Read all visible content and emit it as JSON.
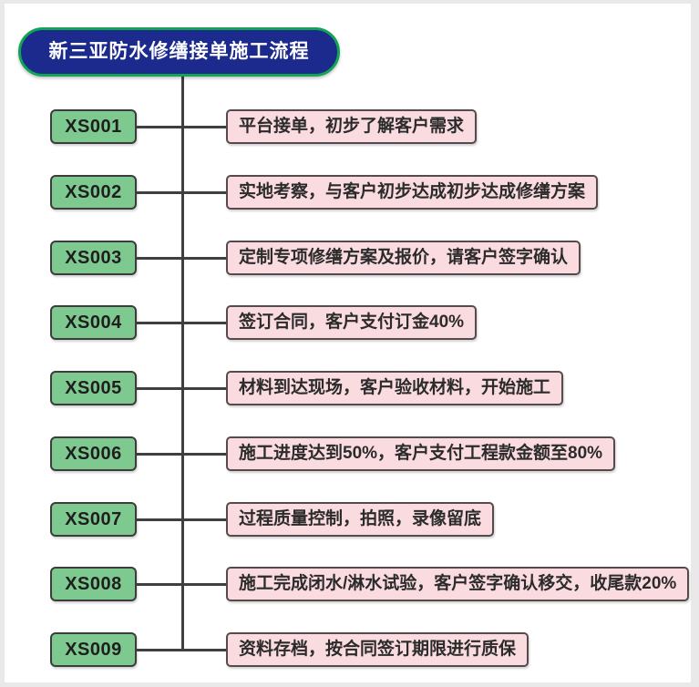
{
  "title": "新三亚防水修缮接单施工流程",
  "steps": [
    {
      "id": "XS001",
      "desc": "平台接单，初步了解客户需求"
    },
    {
      "id": "XS002",
      "desc": "实地考察，与客户初步达成初步达成修缮方案"
    },
    {
      "id": "XS003",
      "desc": "定制专项修缮方案及报价，请客户签字确认"
    },
    {
      "id": "XS004",
      "desc": "签订合同，客户支付订金40%"
    },
    {
      "id": "XS005",
      "desc": "材料到达现场，客户验收材料，开始施工"
    },
    {
      "id": "XS006",
      "desc": "施工进度达到50%，客户支付工程款金额至80%"
    },
    {
      "id": "XS007",
      "desc": "过程质量控制，拍照，录像留底"
    },
    {
      "id": "XS008",
      "desc": "施工完成闭水/淋水试验，客户签字确认移交，收尾款20%"
    },
    {
      "id": "XS009",
      "desc": "资料存档，按合同签订期限进行质保"
    }
  ],
  "colors": {
    "title_fill": "#1b2a8c",
    "title_border": "#12a454",
    "title_text": "#ffffff",
    "code_fill": "#7dc98f",
    "code_border": "#3c3c3c",
    "desc_fill": "#fadbdf",
    "desc_border": "#564a4d",
    "connector": "#3f3f3f",
    "canvas": "#ffffff",
    "frame": "#e9e9e9"
  }
}
